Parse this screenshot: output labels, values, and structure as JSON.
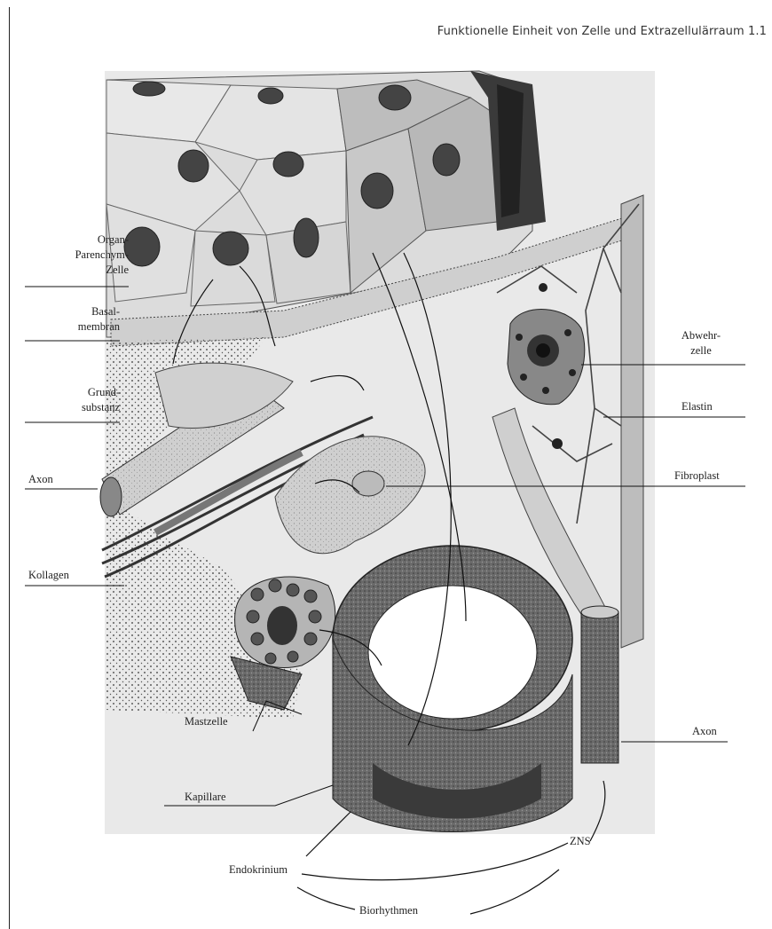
{
  "header": "Funktionelle Einheit von Zelle und Extrazellulärraum 1.1",
  "labels": {
    "organ_1": "Organ-",
    "organ_2": "Parenchym-",
    "organ_3": "Zelle",
    "basal_1": "Basal-",
    "basal_2": "membran",
    "grund_1": "Grund-",
    "grund_2": "substanz",
    "axon_left": "Axon",
    "kollagen": "Kollagen",
    "mastzelle": "Mastzelle",
    "kapillare": "Kapillare",
    "abwehr_1": "Abwehr-",
    "abwehr_2": "zelle",
    "elastin": "Elastin",
    "fibroplast": "Fibroplast",
    "axon_right": "Axon",
    "zns": "ZNS",
    "endokrinium": "Endokrinium",
    "biorhythmen": "Biorhythmen"
  }
}
